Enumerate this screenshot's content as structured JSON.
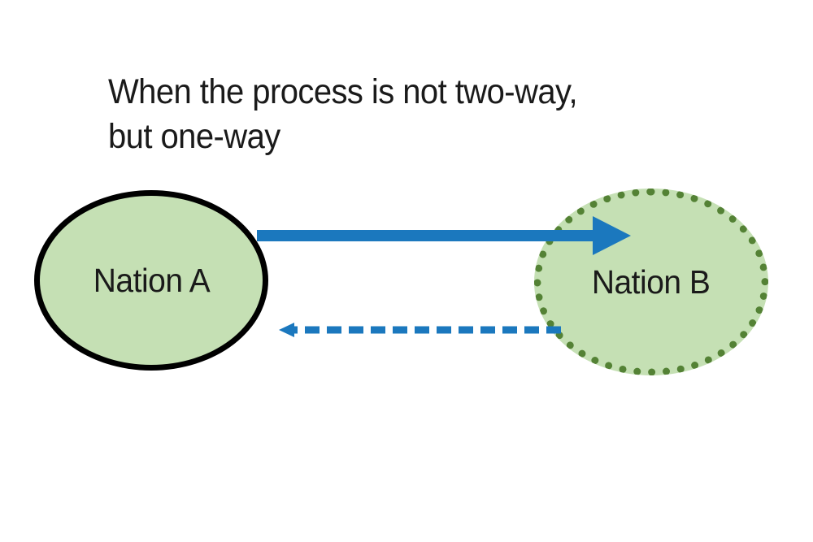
{
  "title": {
    "text": "When the process is not two-way,\nbut one-way"
  },
  "nodes": [
    {
      "id": "nation-a",
      "label": "Nation A",
      "shape": "ellipse",
      "fill": "#C5E0B4",
      "border_color": "#000000",
      "border_style": "solid"
    },
    {
      "id": "nation-b",
      "label": "Nation B",
      "shape": "ellipse",
      "fill": "#C5E0B4",
      "border_color": "#548235",
      "border_style": "dotted"
    }
  ],
  "connectors": [
    {
      "id": "a-to-b",
      "from": "nation-a",
      "to": "nation-b",
      "style": "solid",
      "color": "#1B78BE",
      "direction": "right",
      "arrowhead": "large-filled-triangle"
    },
    {
      "id": "b-to-a",
      "from": "nation-b",
      "to": "nation-a",
      "style": "dashed",
      "color": "#1B78BE",
      "direction": "left",
      "arrowhead": "small-filled-triangle"
    }
  ],
  "colors": {
    "accent_blue": "#1B78BE",
    "node_fill_green": "#C5E0B4",
    "dotted_border_green": "#548235",
    "text_black": "#1A1A1A",
    "background": "#FFFFFF"
  }
}
